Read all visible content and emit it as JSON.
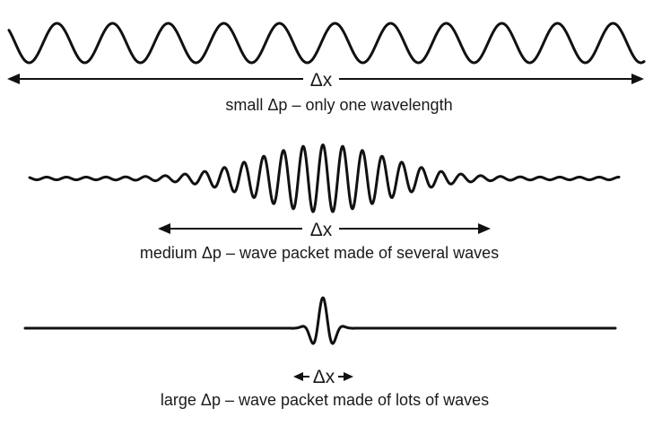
{
  "panels": [
    {
      "id": "small",
      "delta_label": "Δx",
      "caption": "small Δp – only one wavelength"
    },
    {
      "id": "medium",
      "delta_label": "Δx",
      "caption": "medium Δp – wave packet made of several waves"
    },
    {
      "id": "large",
      "delta_label": "Δx",
      "caption": "large Δp – wave packet made of lots of waves"
    }
  ]
}
